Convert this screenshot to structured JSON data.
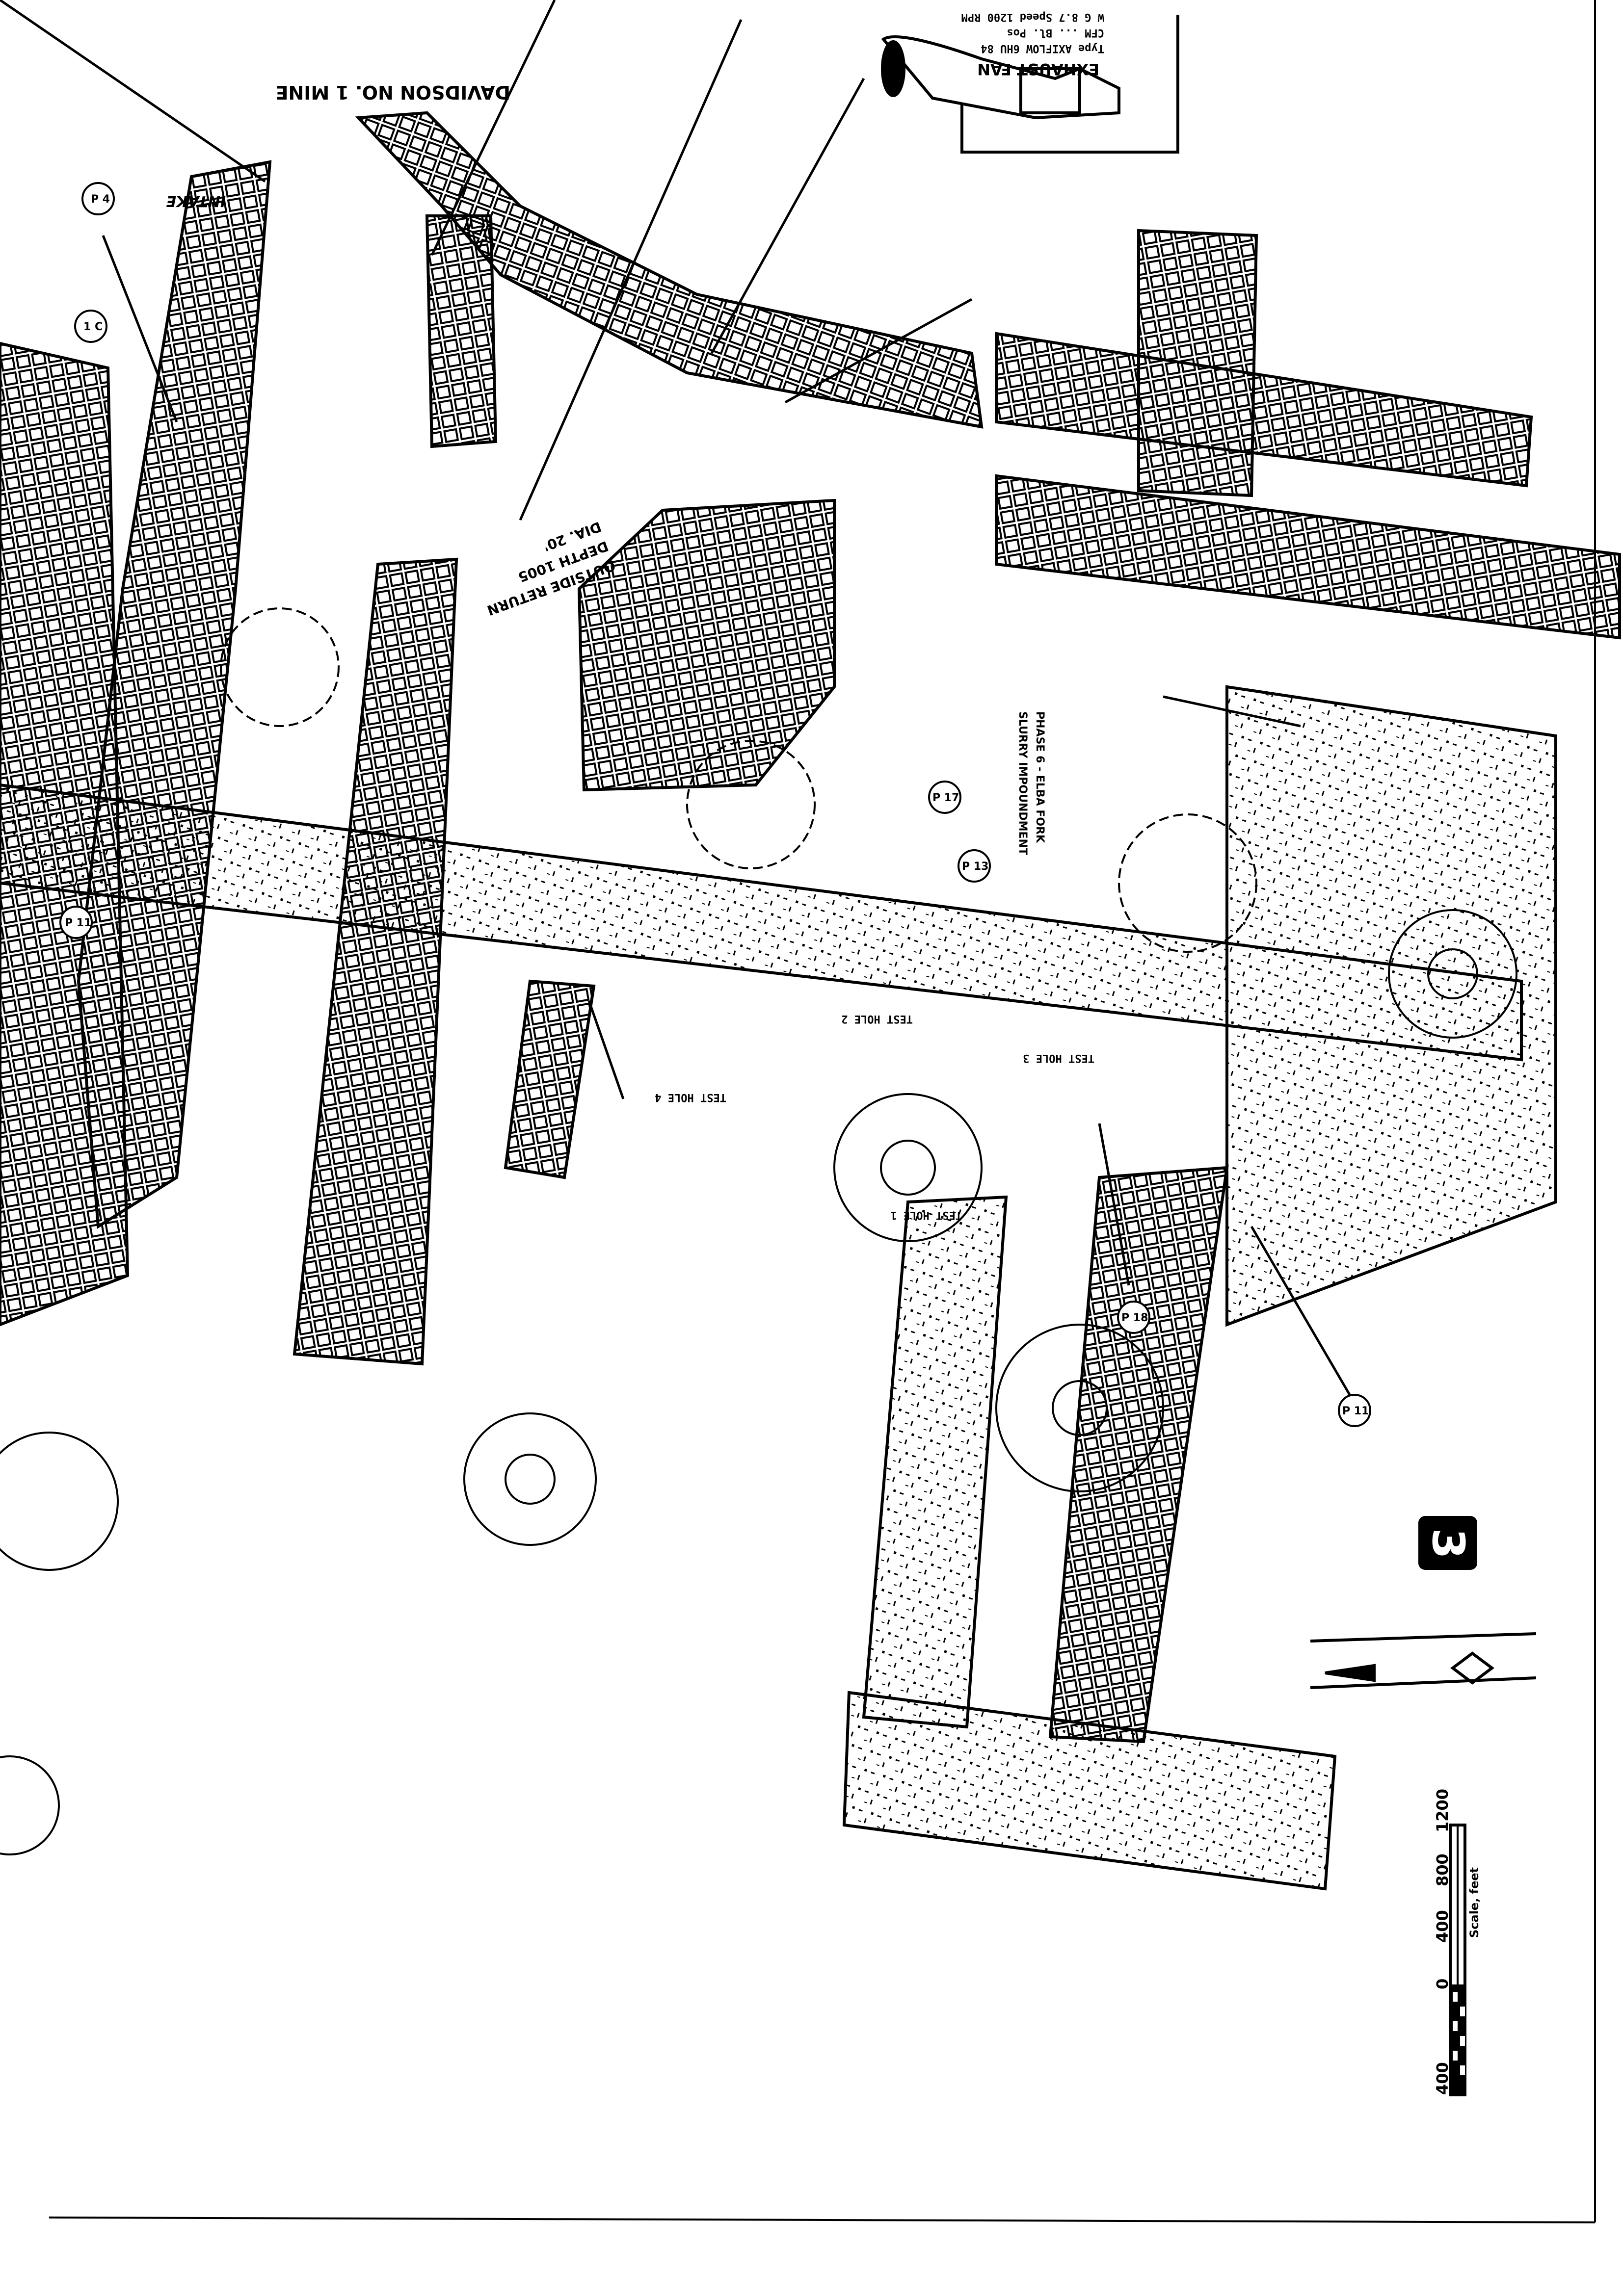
{
  "map_title": "DAVIDSON NO. 1 MINE",
  "intake_label": "INTAKE",
  "exhaust_fan": {
    "title": "EXHAUST FAN",
    "type_line": "Type  AXIFLOW 6HU 84",
    "cfm_line": "CFM  ...  Bl. Pos",
    "wg_line": "W G   8.7    Speed  1200 RPM"
  },
  "shaft_note": {
    "line1": "DIA. 20'",
    "line2": "DEPTH 1005",
    "line3": "OUTSIDE RETURN"
  },
  "impoundment_label": {
    "line1": "PHASE 6 - ELBA FORK",
    "line2": "SLURRY IMPOUNDMENT"
  },
  "test_holes": [
    "TEST HOLE 1",
    "TEST HOLE 2",
    "TEST HOLE 3",
    "TEST HOLE 4"
  ],
  "sheet_number": "3",
  "scale_bar": {
    "title": "Scale, feet",
    "ticks": [
      "400",
      "0",
      "400",
      "800",
      "1200"
    ]
  },
  "markers": [
    "P 4",
    "1 C",
    "P 11",
    "P 17",
    "P 13",
    "P 18",
    "P 11"
  ],
  "colors": {
    "ink": "#000000",
    "paper": "#ffffff"
  }
}
